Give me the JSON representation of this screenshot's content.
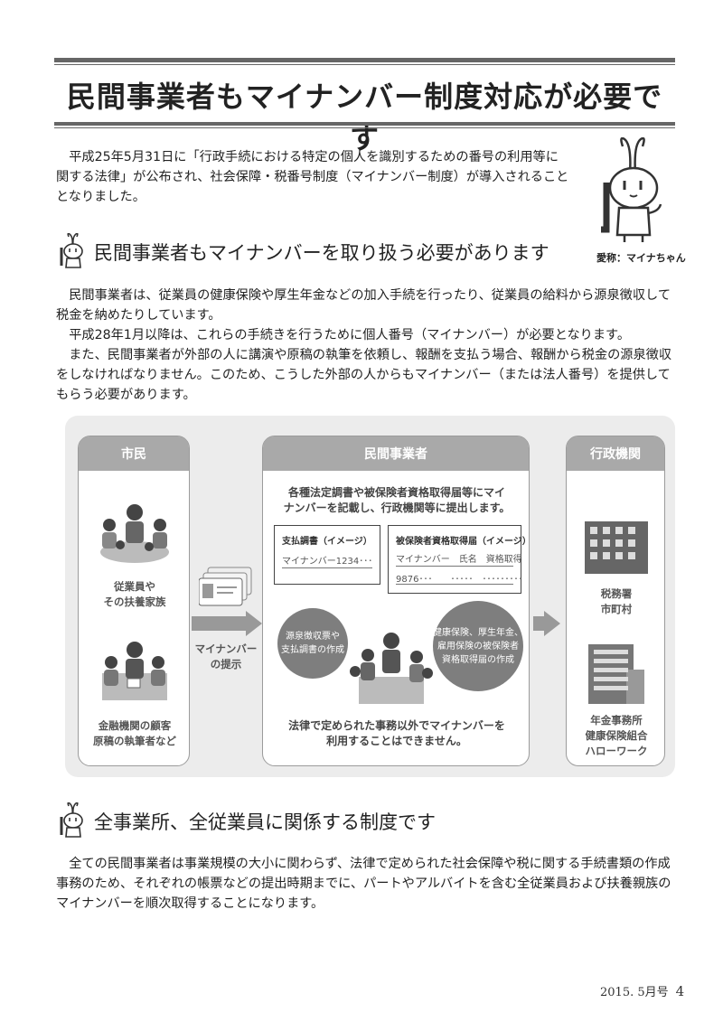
{
  "title": "民間事業者もマイナンバー制度対応が必要です",
  "intro": [
    "　平成25年5月31日に「行政手続における特定の個人を識別するための番号の利用等に",
    "関する法律」が公布され、社会保障・税番号制度（マイナンバー制度）が導入されること",
    "となりました。"
  ],
  "mascot_caption": "愛称：マイナちゃん",
  "section1": {
    "heading": "民間事業者もマイナンバーを取り扱う必要があります",
    "lines": [
      "　民間事業者は、従業員の健康保険や厚生年金などの加入手続を行ったり、従業員の給料から源泉徴収して",
      "税金を納めたりしています。",
      "　平成28年1月以降は、これらの手続きを行うために個人番号（マイナンバー）が必要となります。",
      "　また、民間事業者が外部の人に講演や原稿の執筆を依頼し、報酬を支払う場合、報酬から税金の源泉徴収",
      "をしなければなりません。このため、こうした外部の人からもマイナンバー（または法人番号）を提供して",
      "もらう必要があります。"
    ]
  },
  "diagram": {
    "citizen": {
      "header": "市民",
      "group1": [
        "従業員や",
        "その扶養家族"
      ],
      "group2": [
        "金融機関の顧客",
        "原稿の執筆者など"
      ]
    },
    "provide_label": [
      "マイナンバー",
      "の提示"
    ],
    "business": {
      "header": "民間事業者",
      "instruction": [
        "各種法定調書や被保険者資格取得届等にマイ",
        "ナンバーを記載し、行政機関等に提出します。"
      ],
      "doc1": {
        "title": "支払調書（イメージ）",
        "line": "マイナンバー1234･･･"
      },
      "doc2": {
        "title": "被保険者資格取得届（イメージ）",
        "line1": "マイナンバー　氏名　資格取得",
        "line2": "9876･･･　　･････　･････････"
      },
      "circle1": [
        "源泉徴収票や",
        "支払調書の作成"
      ],
      "circle2": [
        "健康保険、厚生年金、",
        "雇用保険の被保険者",
        "資格取得届の作成"
      ],
      "note": [
        "法律で定められた事務以外でマイナンバーを",
        "利用することはできません。"
      ]
    },
    "government": {
      "header": "行政機関",
      "group1": [
        "税務署",
        "市町村"
      ],
      "group2": [
        "年金事務所",
        "健康保険組合",
        "ハローワーク"
      ]
    }
  },
  "section2": {
    "heading": "全事業所、全従業員に関係する制度です",
    "lines": [
      "　全ての民間事業者は事業規模の大小に関わらず、法律で定められた社会保障や税に関する手続書類の作成",
      "事務のため、それぞれの帳票などの提出時期までに、パートやアルバイトを含む全従業員および扶養親族の",
      "マイナンバーを順次取得することになります。"
    ]
  },
  "footer": {
    "issue": "2015. 5月号",
    "page": "4"
  }
}
